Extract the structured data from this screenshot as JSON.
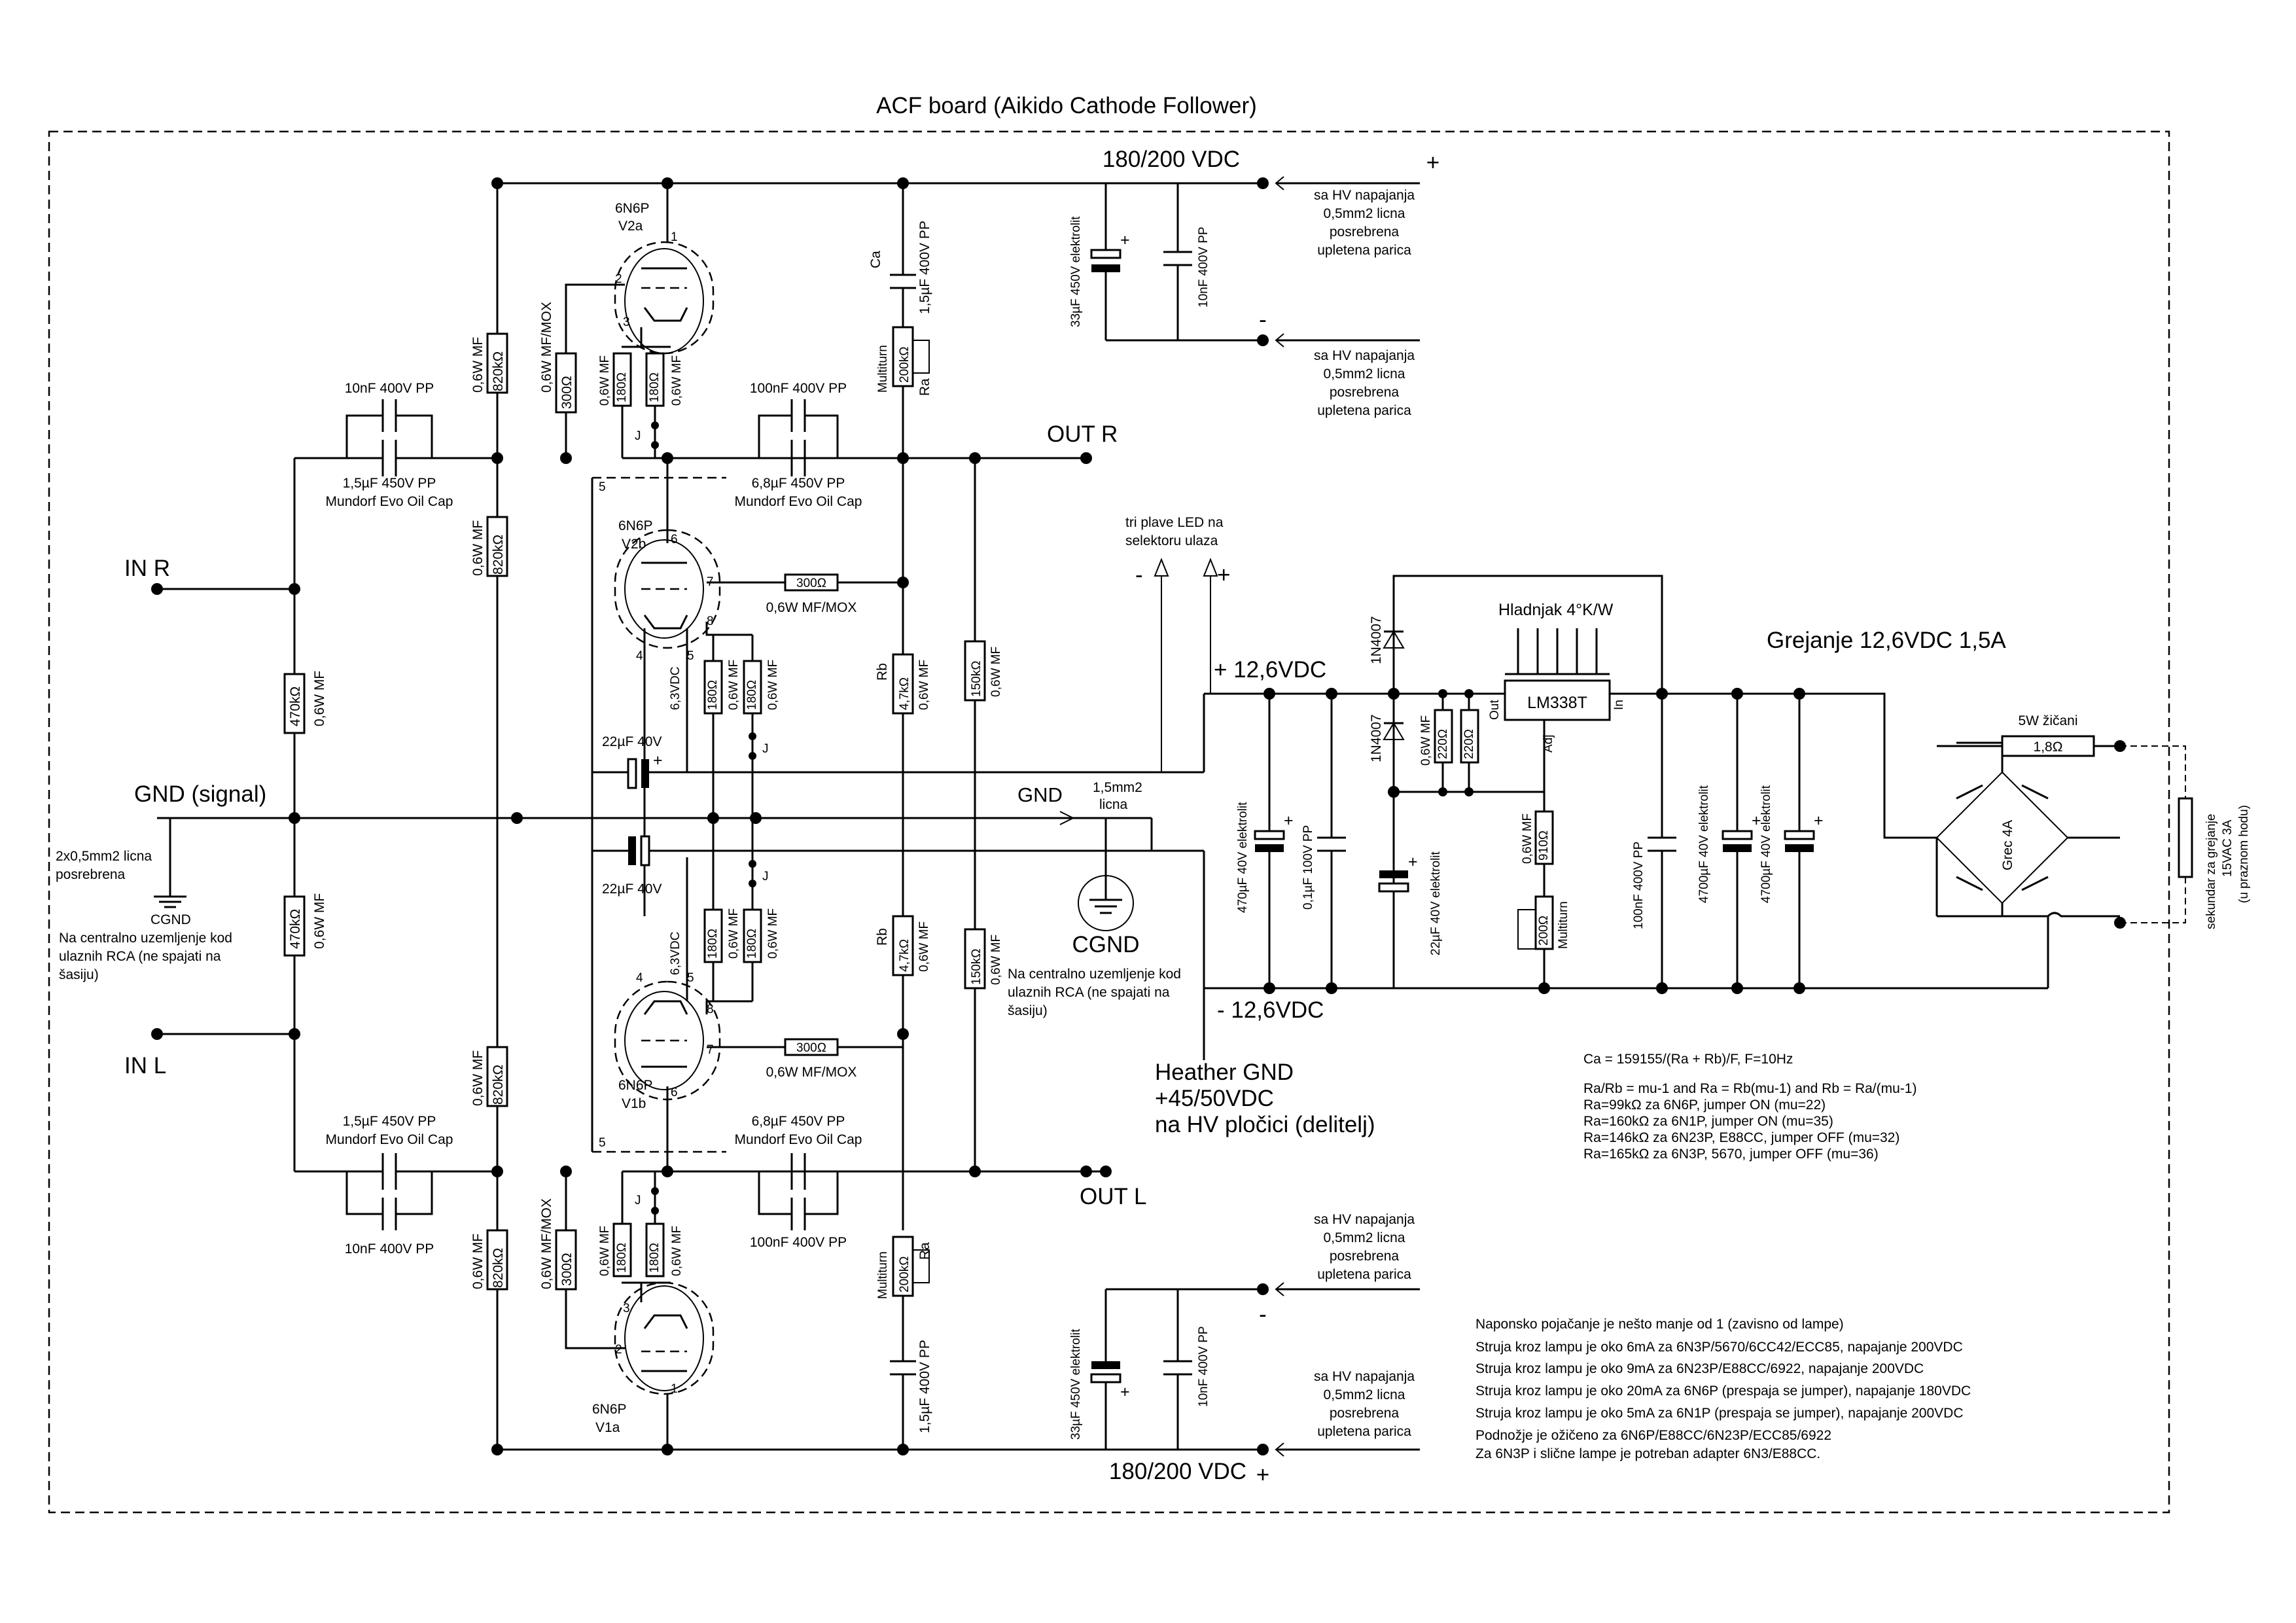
{
  "title": "ACF board  (Aikido Cathode Follower)",
  "supply": {
    "top_voltage": "180/200 VDC",
    "bottom_voltage": "180/200 VDC",
    "plus": "+",
    "minus": "-",
    "hv_note_1": "sa HV napajanja",
    "hv_note_2": "0,5mm2 licna",
    "hv_note_3": "posrebrena",
    "hv_note_4": "upletena parica",
    "elko_33": "33µF 450V elektrolit",
    "pp_10n": "10nF 400V PP"
  },
  "tubes": {
    "v2a_type": "6N6P",
    "v2a_name": "V2a",
    "v2b_type": "6N6P",
    "v2b_name": "V2b",
    "v1b_type": "6N6P",
    "v1b_name": "V1b",
    "v1a_type": "6N6P",
    "v1a_name": "V1a",
    "pin1": "1",
    "pin2": "2",
    "pin3": "3",
    "pin4": "4",
    "pin5": "5",
    "pin6": "6",
    "pin7": "7",
    "pin8": "8",
    "heater": "6,3VDC"
  },
  "components": {
    "r820": "820kΩ",
    "r820_rating": "0,6W MF",
    "r300": "300Ω",
    "r300_rating": "0,6W MF/MOX",
    "r180": "180Ω",
    "r180_rating": "0,6W MF",
    "r470": "470kΩ",
    "r470_rating": "0,6W MF",
    "r4k7": "4,7kΩ",
    "r4k7_rating": "0,6W MF",
    "r150": "150kΩ",
    "r150_rating": "0,6W MF",
    "rb": "Rb",
    "ra": "Ra",
    "ca": "Ca",
    "multiturn": "Multiturn",
    "r200k": "200kΩ",
    "c10n": "10nF 400V PP",
    "c100n": "100nF 400V PP",
    "c15u": "1,5µF 450V PP",
    "c68u": "6,8µF 450V PP",
    "mundorf": "Mundorf Evo Oil Cap",
    "c15u_ra": "1,5µF 400V PP",
    "c22u": "22µF 40V",
    "jumper": "J"
  },
  "signals": {
    "in_r": "IN R",
    "in_l": "IN L",
    "out_r": "OUT R",
    "out_l": "OUT L",
    "gnd_signal": "GND (signal)",
    "gnd": "GND",
    "licna": "1,5mm2",
    "licna2": "licna",
    "cgnd": "CGND",
    "cgnd_label": "CGND",
    "wire_2x05": "2x0,5mm2 licna",
    "wire_2x05b": "posrebrena",
    "cgnd_note_1": "Na centralno uzemljenje kod",
    "cgnd_note_2": "ulaznih RCA (ne spajati na",
    "cgnd_note_3": "šasiju)",
    "cgnd_note2_1": "Na centralno uzemljenje kod",
    "cgnd_note2_2": "ulaznih RCA (ne spajati na",
    "cgnd_note2_3": "šasiju)"
  },
  "heater": {
    "led_1": "tri plave LED na",
    "led_2": "selektoru ulaza",
    "plus": "+",
    "minus": "-",
    "v_plus": "+ 12,6VDC",
    "v_minus": "- 12,6VDC",
    "hgnd_1": "Heather GND",
    "hgnd_2": "+45/50VDC",
    "hgnd_3": "na HV pločici (delitelj)",
    "c470": "470µF 40V elektrolit",
    "c01u": "0,1µF 100V PP",
    "d1": "1N4007",
    "d2": "1N4007",
    "r220a": "220Ω",
    "r220b": "220Ω",
    "r220_rating": "0,6W MF",
    "c22u_elko": "22µF 40V elektrolit",
    "heatsink": "Hladnjak 4°K/W",
    "reg": "LM338T",
    "reg_out": "Out",
    "reg_in": "In",
    "reg_adj": "Adj",
    "r910": "910Ω",
    "r910_rating": "0,6W MF",
    "r200": "200Ω",
    "multiturn": "Multiturn",
    "c100n": "100nF 400V PP",
    "c4700a": "4700µF 40V elektrolit",
    "c4700b": "4700µF 40V elektrolit",
    "grejanje": "Grejanje  12,6VDC  1,5A",
    "r5w": "5W žičani",
    "r18": "1,8Ω",
    "bridge": "Grec 4A",
    "sek_1": "sekundar za grejanje",
    "sek_2": "15VAC 3A",
    "sek_3": "(u praznom hodu)"
  },
  "formulas": [
    "Ca = 159155/(Ra + Rb)/F, F=10Hz",
    "Ra/Rb = mu-1   and   Ra = Rb(mu-1)   and    Rb = Ra/(mu-1)",
    "Ra=99kΩ za 6N6P, jumper ON (mu=22)",
    "Ra=160kΩ za 6N1P, jumper ON (mu=35)",
    "Ra=146kΩ za 6N23P, E88CC, jumper OFF (mu=32)",
    "Ra=165kΩ za 6N3P, 5670, jumper OFF (mu=36)"
  ],
  "notes": [
    "Naponsko pojačanje je nešto manje od 1 (zavisno od lampe)",
    "Struja kroz  lampu je oko 6mA za 6N3P/5670/6CC42/ECC85, napajanje 200VDC",
    "Struja kroz  lampu je oko 9mA za 6N23P/E88CC/6922, napajanje 200VDC",
    "Struja kroz  lampu je oko 20mA za 6N6P (prespaja se jumper), napajanje 180VDC",
    "Struja kroz  lampu je oko 5mA za 6N1P (prespaja se jumper), napajanje 200VDC",
    "Podnožje je ožičeno za 6N6P/E88CC/6N23P/ECC85/6922",
    "Za 6N3P i slične lampe je potreban adapter 6N3/E88CC."
  ]
}
